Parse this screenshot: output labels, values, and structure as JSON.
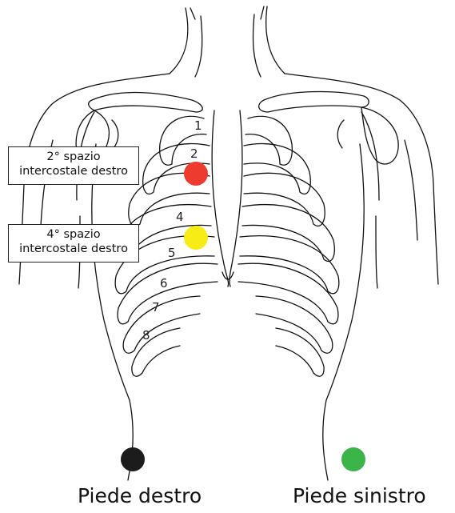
{
  "rib_numbers": [
    "1",
    "2",
    "4",
    "5",
    "6",
    "7",
    "8"
  ],
  "callouts": [
    {
      "line1": "2° spazio",
      "line2": "intercostale destro"
    },
    {
      "line1": "4° spazio",
      "line2": "intercostale destro"
    }
  ],
  "electrodes": [
    {
      "id": "red",
      "color": "#ee3b2f"
    },
    {
      "id": "yellow",
      "color": "#f7ec16"
    },
    {
      "id": "black",
      "color": "#1c1c1c"
    },
    {
      "id": "green",
      "color": "#3bb54a"
    }
  ],
  "foot_labels": {
    "right": "Piede destro",
    "left": "Piede sinistro"
  }
}
